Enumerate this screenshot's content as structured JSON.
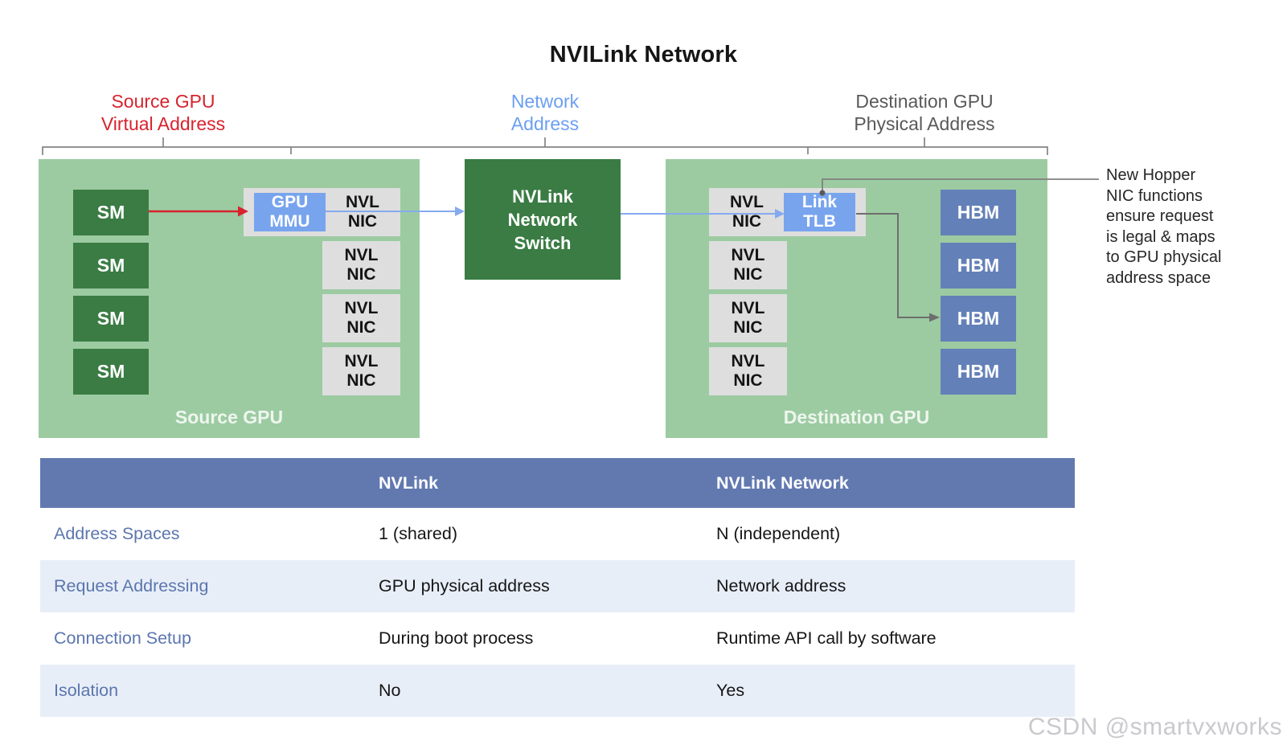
{
  "title": "NVILink Network",
  "top_labels": {
    "source": {
      "line1": "Source GPU",
      "line2": "Virtual Address",
      "color": "#D8232E"
    },
    "network": {
      "line1": "Network",
      "line2": "Address",
      "color": "#6B9FF0"
    },
    "destination": {
      "line1": "Destination GPU",
      "line2": "Physical Address",
      "color": "#595959"
    }
  },
  "diagram": {
    "source_gpu": {
      "caption": "Source GPU",
      "sm_units": [
        "SM",
        "SM",
        "SM",
        "SM"
      ],
      "gpu_mmu": {
        "line1": "GPU",
        "line2": "MMU"
      },
      "nvl_nic": {
        "line1": "NVL",
        "line2": "NIC"
      }
    },
    "switch": {
      "line1": "NVLink",
      "line2": "Network",
      "line3": "Switch"
    },
    "destination_gpu": {
      "caption": "Destination GPU",
      "link_tlb": {
        "line1": "Link",
        "line2": "TLB"
      },
      "nvl_nic": {
        "line1": "NVL",
        "line2": "NIC"
      },
      "hbm_units": [
        "HBM",
        "HBM",
        "HBM",
        "HBM"
      ]
    },
    "annotation": {
      "line1": "New Hopper",
      "line2": "NIC functions",
      "line3": "ensure request",
      "line4": "is legal & maps",
      "line5": "to GPU physical",
      "line6": "address space"
    }
  },
  "table": {
    "header": {
      "col2": "NVLink",
      "col3": "NVLink Network"
    },
    "rows": [
      {
        "label": "Address Spaces",
        "nvlink": "1 (shared)",
        "nvlink_network": "N (independent)"
      },
      {
        "label": "Request Addressing",
        "nvlink": "GPU physical address",
        "nvlink_network": "Network address"
      },
      {
        "label": "Connection Setup",
        "nvlink": "During boot process",
        "nvlink_network": "Runtime API call by software"
      },
      {
        "label": "Isolation",
        "nvlink": "No",
        "nvlink_network": "Yes"
      }
    ]
  },
  "watermark": "CSDN @smartvxworks",
  "colors": {
    "light_green": "#9CCBA1",
    "dark_green": "#3A7C44",
    "gray_box": "#DEDEDE",
    "blue_box": "#78A4EE",
    "hbm_blue": "#6380B8",
    "table_header_blue": "#6279B0",
    "table_alt_row": "#E8EEF8",
    "table_label_blue": "#5B76AE",
    "red_arrow": "#D8232E",
    "blue_arrow": "#85AAEF",
    "gray_line": "#7B7B7B"
  }
}
